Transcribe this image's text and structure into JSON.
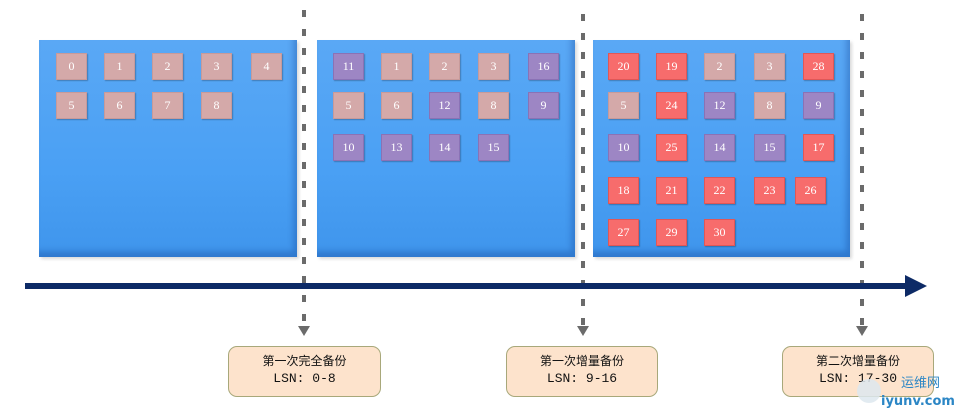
{
  "panels": [
    {
      "id": "full-backup-panel",
      "blocks": [
        {
          "n": "0",
          "c": "pink"
        },
        {
          "n": "1",
          "c": "pink"
        },
        {
          "n": "2",
          "c": "pink"
        },
        {
          "n": "3",
          "c": "pink"
        },
        {
          "n": "4",
          "c": "pink"
        },
        {
          "n": "5",
          "c": "pink"
        },
        {
          "n": "6",
          "c": "pink"
        },
        {
          "n": "7",
          "c": "pink"
        },
        {
          "n": "8",
          "c": "pink"
        }
      ]
    },
    {
      "id": "incremental-1-panel",
      "blocks": [
        {
          "n": "11",
          "c": "purple"
        },
        {
          "n": "1",
          "c": "pink"
        },
        {
          "n": "2",
          "c": "pink"
        },
        {
          "n": "3",
          "c": "pink"
        },
        {
          "n": "16",
          "c": "purple"
        },
        {
          "n": "5",
          "c": "pink"
        },
        {
          "n": "6",
          "c": "pink"
        },
        {
          "n": "12",
          "c": "purple"
        },
        {
          "n": "8",
          "c": "pink"
        },
        {
          "n": "9",
          "c": "purple"
        },
        {
          "n": "10",
          "c": "purple"
        },
        {
          "n": "13",
          "c": "purple"
        },
        {
          "n": "14",
          "c": "purple"
        },
        {
          "n": "15",
          "c": "purple"
        }
      ]
    },
    {
      "id": "incremental-2-panel",
      "blocks": [
        {
          "n": "20",
          "c": "red"
        },
        {
          "n": "19",
          "c": "red"
        },
        {
          "n": "2",
          "c": "pink"
        },
        {
          "n": "3",
          "c": "pink"
        },
        {
          "n": "28",
          "c": "red"
        },
        {
          "n": "5",
          "c": "pink"
        },
        {
          "n": "24",
          "c": "red"
        },
        {
          "n": "12",
          "c": "purple"
        },
        {
          "n": "8",
          "c": "pink"
        },
        {
          "n": "9",
          "c": "purple"
        },
        {
          "n": "10",
          "c": "purple"
        },
        {
          "n": "25",
          "c": "red"
        },
        {
          "n": "14",
          "c": "purple"
        },
        {
          "n": "15",
          "c": "purple"
        },
        {
          "n": "17",
          "c": "red"
        },
        {
          "n": "18",
          "c": "red"
        },
        {
          "n": "21",
          "c": "red"
        },
        {
          "n": "22",
          "c": "red"
        },
        {
          "n": "23",
          "c": "red"
        },
        {
          "n": "26",
          "c": "red"
        },
        {
          "n": "27",
          "c": "red"
        },
        {
          "n": "29",
          "c": "red"
        },
        {
          "n": "30",
          "c": "red"
        }
      ]
    }
  ],
  "labels": [
    {
      "title": "第一次完全备份",
      "lsn": "LSN: 0-8"
    },
    {
      "title": "第一次增量备份",
      "lsn": "LSN: 9-16"
    },
    {
      "title": "第二次增量备份",
      "lsn": "LSN: 17-30"
    }
  ],
  "watermark": {
    "text_cn": "运维网",
    "text_en": "iyunv.com"
  },
  "colors": {
    "pink": "#d4a9a9",
    "purple": "#9d86c4",
    "red": "#f76c6c",
    "panel": "#4aa0f4",
    "timeline": "#0d2a66",
    "label_bg": "#fde3cc"
  }
}
